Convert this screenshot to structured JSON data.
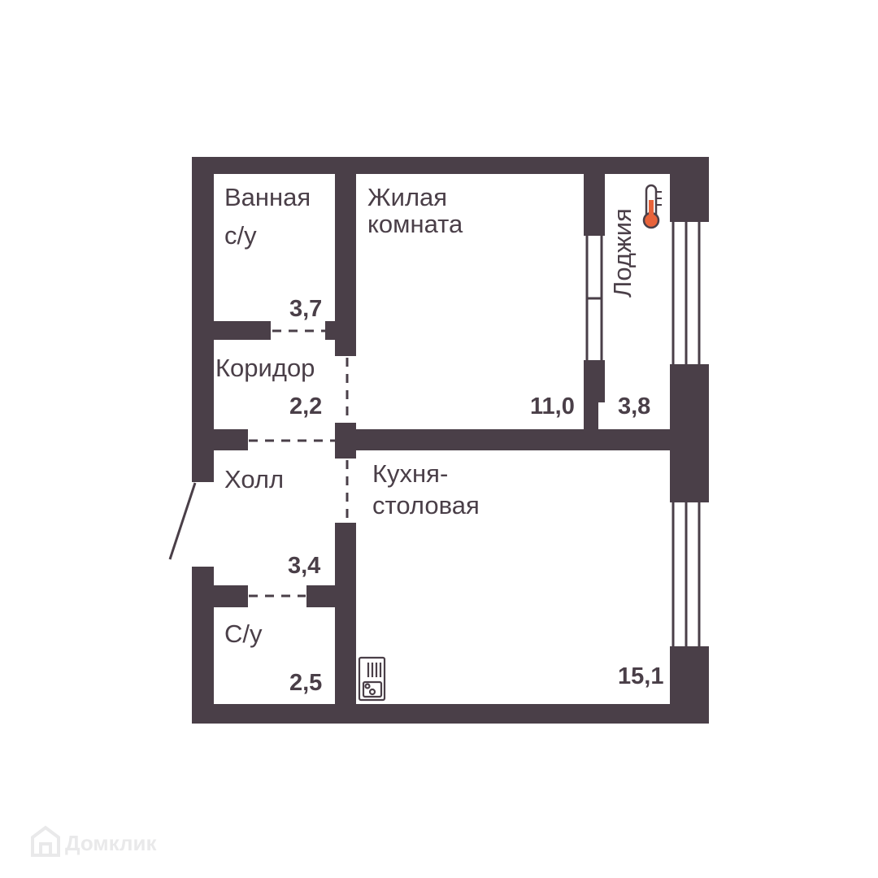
{
  "colors": {
    "wall": "#4a3f48",
    "text": "#4a3f48",
    "thermo": "#e8633a",
    "watermark": "#e9e9ea"
  },
  "rooms": [
    {
      "name_line1": "Ванная",
      "name_line2": "с/у",
      "area": "3,7"
    },
    {
      "name_line1": "Жилая",
      "name_line2": "комната",
      "area": "11,0"
    },
    {
      "name_line1": "Лоджия",
      "area": "3,8"
    },
    {
      "name_line1": "Коридор",
      "area": "2,2"
    },
    {
      "name_line1": "Холл",
      "area": "3,4"
    },
    {
      "name_line1": "Кухня-",
      "name_line2": "столовая",
      "area": "15,1"
    },
    {
      "name_line1": "С/у",
      "area": "2,5"
    }
  ],
  "icons": {
    "loggia": "thermometer-icon",
    "kitchen": "stove-sink-icon",
    "brand": "house-logo-icon"
  },
  "watermark": {
    "text": "Домклик"
  }
}
